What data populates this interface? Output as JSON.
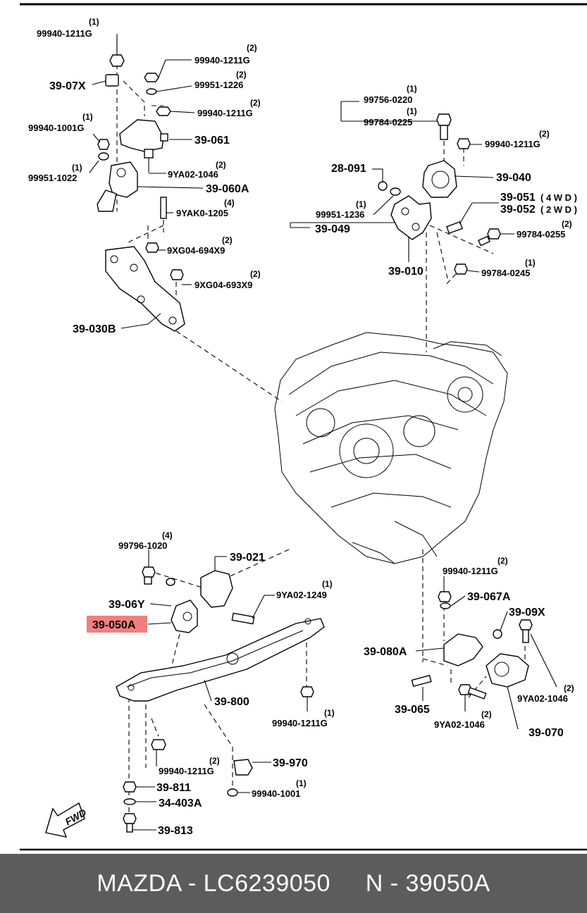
{
  "labels": {
    "q_top1": "(1)",
    "p_top1": "99940-1211G",
    "q_nut2": "(2)",
    "p_nut2": "99940-1211G",
    "q_wash2": "(2)",
    "p_wash2": "99951-1226",
    "c_3907x": "39-07X",
    "q_nut3": "(2)",
    "p_nut3": "99940-1211G",
    "q_1001g": "(1)",
    "p_1001g": "99940-1001G",
    "c_39061": "39-061",
    "q_1022": "(1)",
    "p_1022": "99951-1022",
    "q_9ya1046a": "(2)",
    "p_9ya1046a": "9YA02-1046",
    "c_39060a": "39-060A",
    "q_9yak": "(4)",
    "p_9yak": "9YAK0-1205",
    "q_694": "(2)",
    "p_694": "9XG04-694X9",
    "q_693": "(2)",
    "p_693": "9XG04-693X9",
    "c_39030b": "39-030B",
    "q_0220": "(1)",
    "p_0220": "99756-0220",
    "q_0225": "(1)",
    "p_0225": "99784-0225",
    "q_nutR": "(2)",
    "p_nutR": "99940-1211G",
    "c_28091": "28-091",
    "c_39040": "39-040",
    "c_39051": "39-051",
    "t_4wd": "( 4 W D )",
    "c_39052": "39-052",
    "t_2wd": "( 2 W D )",
    "q_1236": "(1)",
    "p_1236": "99951-1236",
    "c_39049": "39-049",
    "q_0255": "(2)",
    "p_0255": "99784-0255",
    "c_39010": "39-010",
    "q_0245": "(1)",
    "p_0245": "99784-0245",
    "q_1020": "(4)",
    "p_1020": "99796-1020",
    "c_39021": "39-021",
    "q_1249": "(1)",
    "p_1249": "9YA02-1249",
    "c_3906y": "39-06Y",
    "c_39050a": "39-050A",
    "q_nutM": "(2)",
    "p_nutM": "99940-1211G",
    "c_39067a": "39-067A",
    "c_3909x": "39-09X",
    "c_39080a": "39-080A",
    "c_39800": "39-800",
    "q_nutB": "(1)",
    "p_nutB": "99940-1211G",
    "c_39065": "39-065",
    "q_1046b": "(2)",
    "p_1046b": "9YA02-1046",
    "q_1046c": "(2)",
    "p_1046c": "9YA02-1046",
    "c_39070": "39-070",
    "q_nutL": "(2)",
    "p_nutL": "99940-1211G",
    "c_39970": "39-970",
    "c_39811": "39-811",
    "q_1001": "(1)",
    "p_1001": "99940-1001",
    "c_34403a": "34-403A",
    "c_39813": "39-813",
    "fwd": "FWD"
  },
  "highlight": {
    "part": "39-050A",
    "color": "#f08080"
  },
  "footer": {
    "text": "MAZDA - LC6239050     N - 39050A"
  }
}
